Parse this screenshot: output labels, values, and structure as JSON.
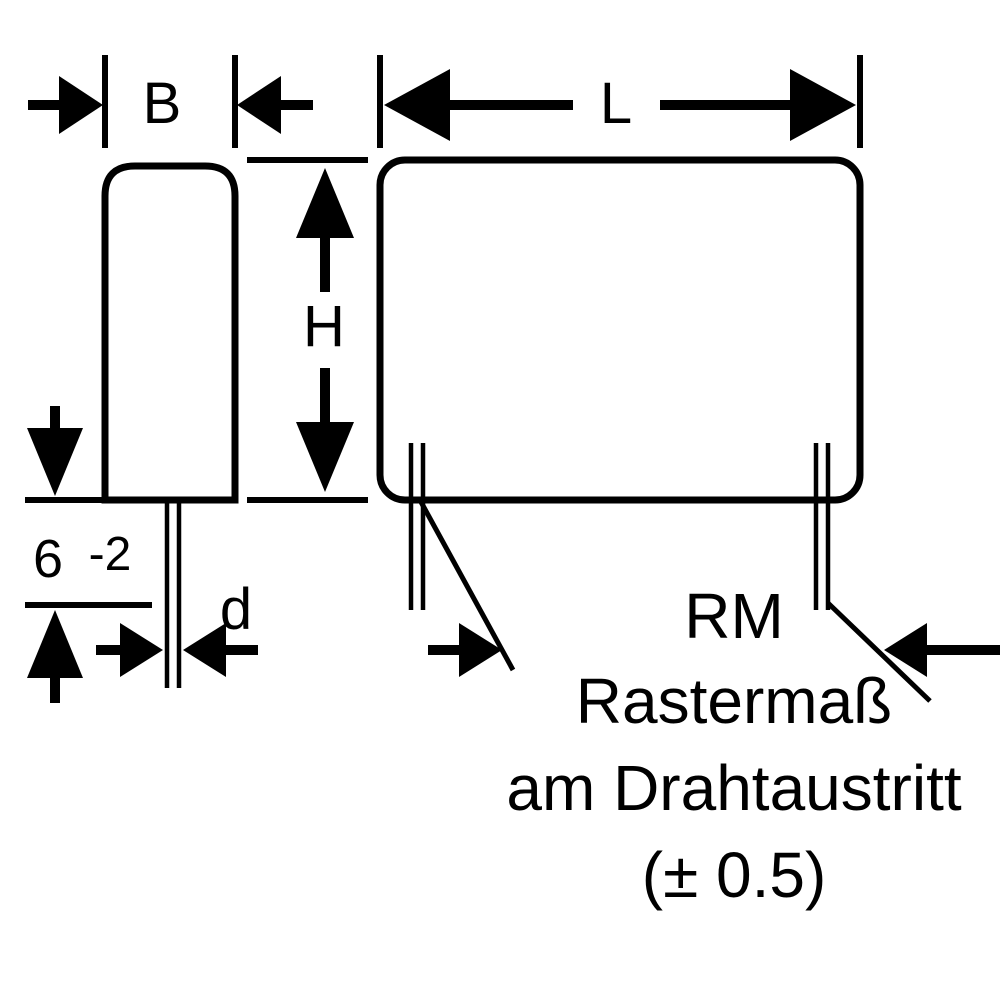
{
  "labels": {
    "width": "B",
    "length": "L",
    "height": "H",
    "lead_diameter": "d",
    "lead_length_value": "6",
    "lead_length_tolerance": "-2",
    "pitch_abbrev": "RM",
    "pitch_name": "Rastermaß",
    "pitch_location": "am Drahtaustritt",
    "pitch_tolerance": "(± 0.5)"
  },
  "colors": {
    "line": "#000000",
    "background": "#ffffff"
  }
}
